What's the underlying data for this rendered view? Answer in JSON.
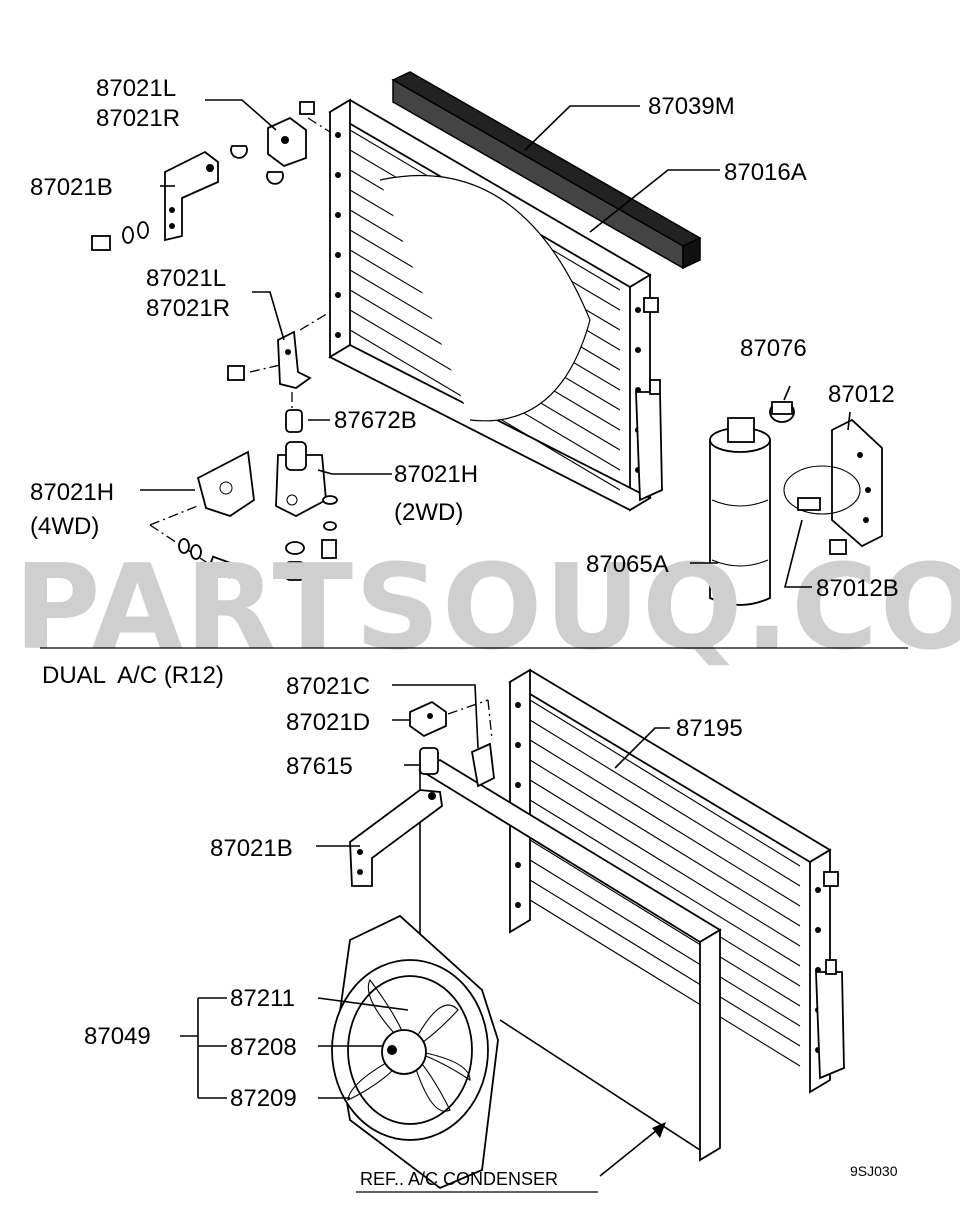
{
  "watermark": "PARTSOUQ.COM",
  "section_title": "DUAL  A/C (R12)",
  "diagram_code": "9SJ030",
  "reference_note": "REF.. A/C CONDENSER",
  "upper_labels": {
    "bracket_upper_l": "87021L",
    "bracket_upper_r": "87021R",
    "bracket_b": "87021B",
    "bracket_lower_l": "87021L",
    "bracket_lower_r": "87021R",
    "seal": "87039M",
    "condenser": "87016A",
    "bushing": "87672B",
    "bracket_h_2wd": "87021H",
    "bracket_h_2wd_note": "(2WD)",
    "bracket_h_4wd": "87021H",
    "bracket_h_4wd_note": "(4WD)",
    "switch": "87076",
    "receiver_bracket": "87012",
    "receiver_drier": "87065A",
    "band": "87012B"
  },
  "lower_labels": {
    "bracket_c": "87021C",
    "bracket_d": "87021D",
    "condenser": "87195",
    "bushing": "87615",
    "bracket_b": "87021B",
    "fan_assy": "87049",
    "fan": "87211",
    "motor": "87208",
    "shroud": "87209"
  }
}
